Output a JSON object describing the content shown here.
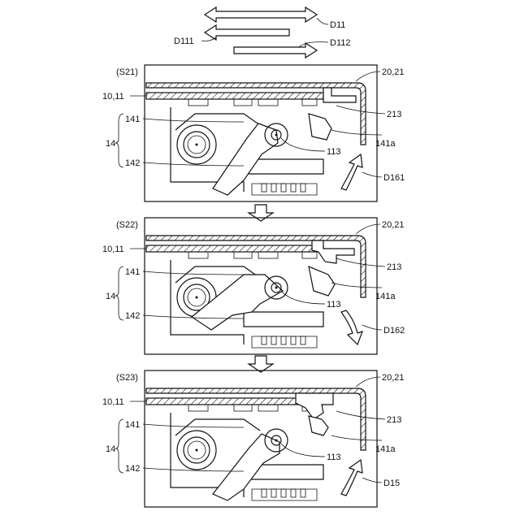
{
  "arrows": {
    "d11": "D11",
    "d111": "D111",
    "d112": "D112"
  },
  "panels": [
    {
      "step": "(S21)",
      "cover": "20,21",
      "base": "10,11",
      "claw": "213",
      "lever_group": "14",
      "lever_top": "141",
      "lever_bottom": "142",
      "tab": "141a",
      "pivot": "113",
      "rotation": "D161"
    },
    {
      "step": "(S22)",
      "cover": "20,21",
      "base": "10,11",
      "claw": "213",
      "lever_group": "14",
      "lever_top": "141",
      "lever_bottom": "142",
      "tab": "141a",
      "pivot": "113",
      "rotation": "D162"
    },
    {
      "step": "(S23)",
      "cover": "20,21",
      "base": "10,11",
      "claw": "213",
      "lever_group": "14",
      "lever_top": "141",
      "lever_bottom": "142",
      "tab": "141a",
      "pivot": "113",
      "rotation": "D15"
    }
  ]
}
